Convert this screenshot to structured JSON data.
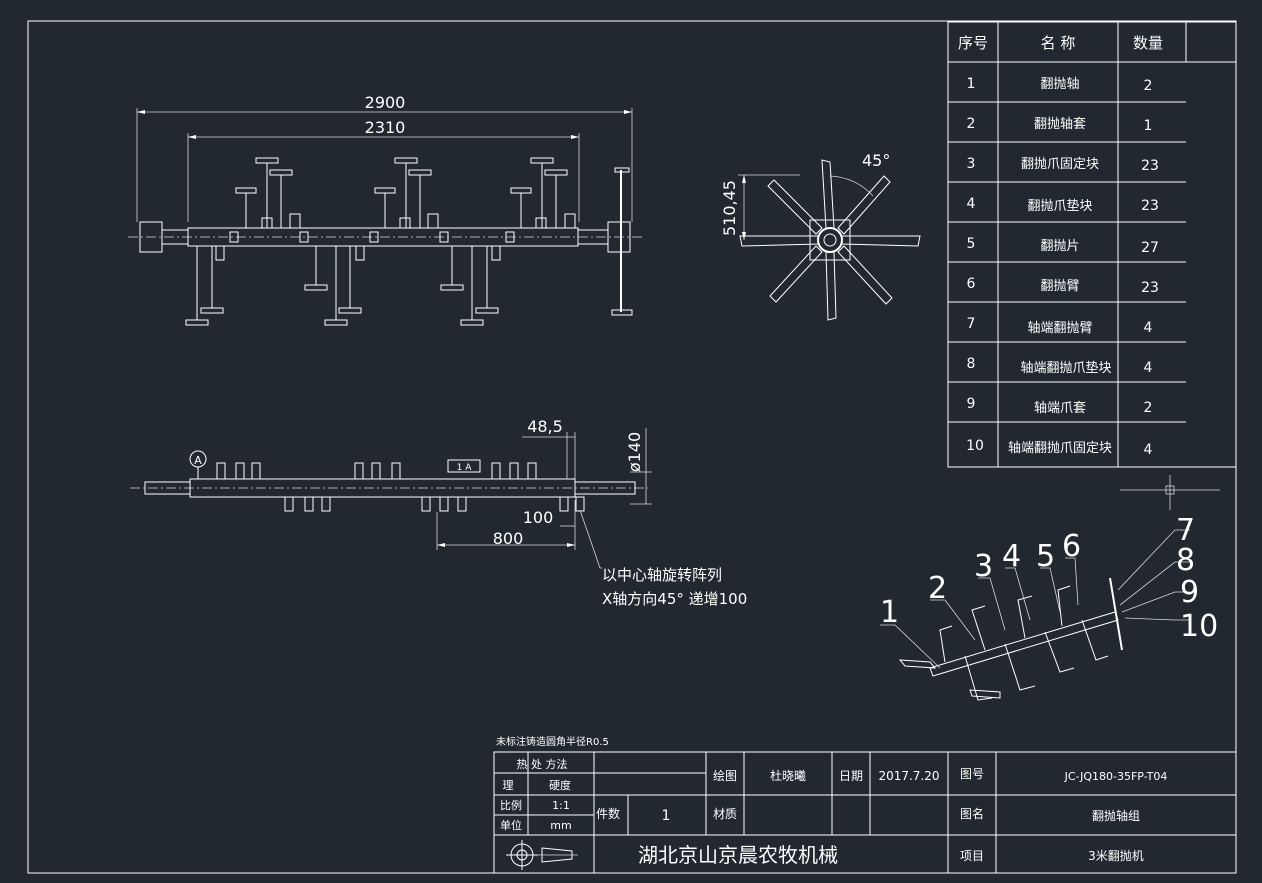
{
  "drawing": {
    "top_view": {
      "dim_overall": "2900",
      "dim_inner": "2310"
    },
    "side_view": {
      "dim_height": "510,45",
      "angle": "45°"
    },
    "section_view": {
      "dim_48": "48,5",
      "dim_dia": "ø140",
      "dim_100": "100",
      "dim_800": "800",
      "datum": "A",
      "tolerance_box": "1  A",
      "note_line1": "以中心轴旋转阵列",
      "note_line2": "X轴方向45° 递增100"
    },
    "balloons": [
      "1",
      "2",
      "3",
      "4",
      "5",
      "6",
      "7",
      "8",
      "9",
      "10"
    ]
  },
  "parts_table": {
    "headers": [
      "序号",
      "名  称",
      "数量"
    ],
    "rows": [
      {
        "no": "1",
        "name": "翻抛轴",
        "qty": "2"
      },
      {
        "no": "2",
        "name": "翻抛轴套",
        "qty": "1"
      },
      {
        "no": "3",
        "name": "翻抛爪固定块",
        "qty": "23"
      },
      {
        "no": "4",
        "name": "翻抛爪垫块",
        "qty": "23"
      },
      {
        "no": "5",
        "name": "翻抛片",
        "qty": "27"
      },
      {
        "no": "6",
        "name": "翻抛臂",
        "qty": "23"
      },
      {
        "no": "7",
        "name": "轴端翻抛臂",
        "qty": "4"
      },
      {
        "no": "8",
        "name": "轴端翻抛爪垫块",
        "qty": "4"
      },
      {
        "no": "9",
        "name": "轴端爪套",
        "qty": "2"
      },
      {
        "no": "10",
        "name": "轴端翻抛爪固定块",
        "qty": "4"
      }
    ]
  },
  "title_block": {
    "note": "未标注铸造圆角半径R0.5",
    "heat_treatment": "热 处 方法",
    "li": "理",
    "hardness": "硬度",
    "scale_label": "比例",
    "scale_value": "1:1",
    "unit_label": "单位",
    "unit_value": "mm",
    "count_label": "件数",
    "count_value": "1",
    "drawn_label": "绘图",
    "drawn_by": "杜晓曦",
    "material_label": "材质",
    "date_label": "日期",
    "date_value": "2017.7.20",
    "drawing_no_label": "图号",
    "drawing_no": "JC-JQ180-35FP-T04",
    "name_label": "图名",
    "name_value": "翻抛轴组",
    "project_label": "项目",
    "project_value": "3米翻抛机",
    "company": "湖北京山京晨农牧机械"
  }
}
